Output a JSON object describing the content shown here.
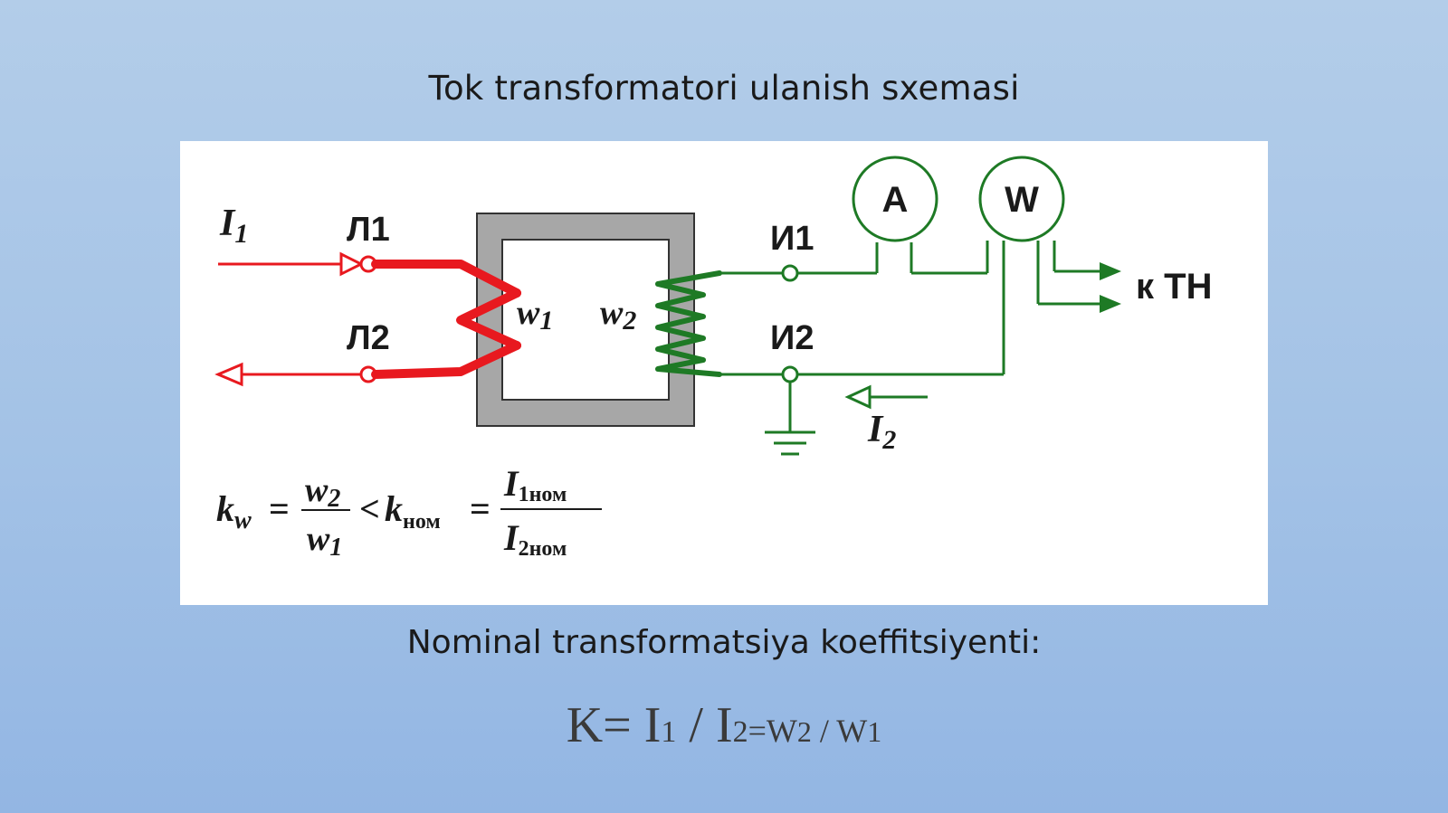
{
  "slide": {
    "title": "Tok transformatori  ulanish sxemasi",
    "subtitle": "Nominal transformatsiya koeffitsiyenti:",
    "formula": {
      "k": "K= I",
      "sub1": "1",
      "slash": " / I",
      "sub2": "2",
      "eq": "=W",
      "sub3": "2",
      "slash2": " / W",
      "sub4": "1"
    }
  },
  "diagram": {
    "labels": {
      "i1_letter": "I",
      "i1_sub": "1",
      "l1": "Л1",
      "l2": "Л2",
      "w1_letter": "w",
      "w1_sub": "1",
      "w2_letter": "w",
      "w2_sub": "2",
      "i_1": "И1",
      "i_2": "И2",
      "ammeter": "A",
      "wattmeter": "W",
      "to_tn": "к ТН",
      "i2_letter": "I",
      "i2_sub": "2"
    },
    "equation": {
      "k": "k",
      "k_sub": "w",
      "eq1": "=",
      "w2": "w",
      "w2_sub": "2",
      "w1": "w",
      "w1_sub": "1",
      "lt": "<",
      "knom": "k",
      "knom_sub": "ном",
      "eq2": "=",
      "i1nom": "I",
      "i1nom_sub": "1ном",
      "i2nom": "I",
      "i2nom_sub": "2ном"
    },
    "colors": {
      "primary": "#e8191f",
      "secondary": "#1e7a25",
      "core": "#a7a7a7",
      "core_outline": "#333333",
      "text": "#1a1a1a"
    }
  }
}
